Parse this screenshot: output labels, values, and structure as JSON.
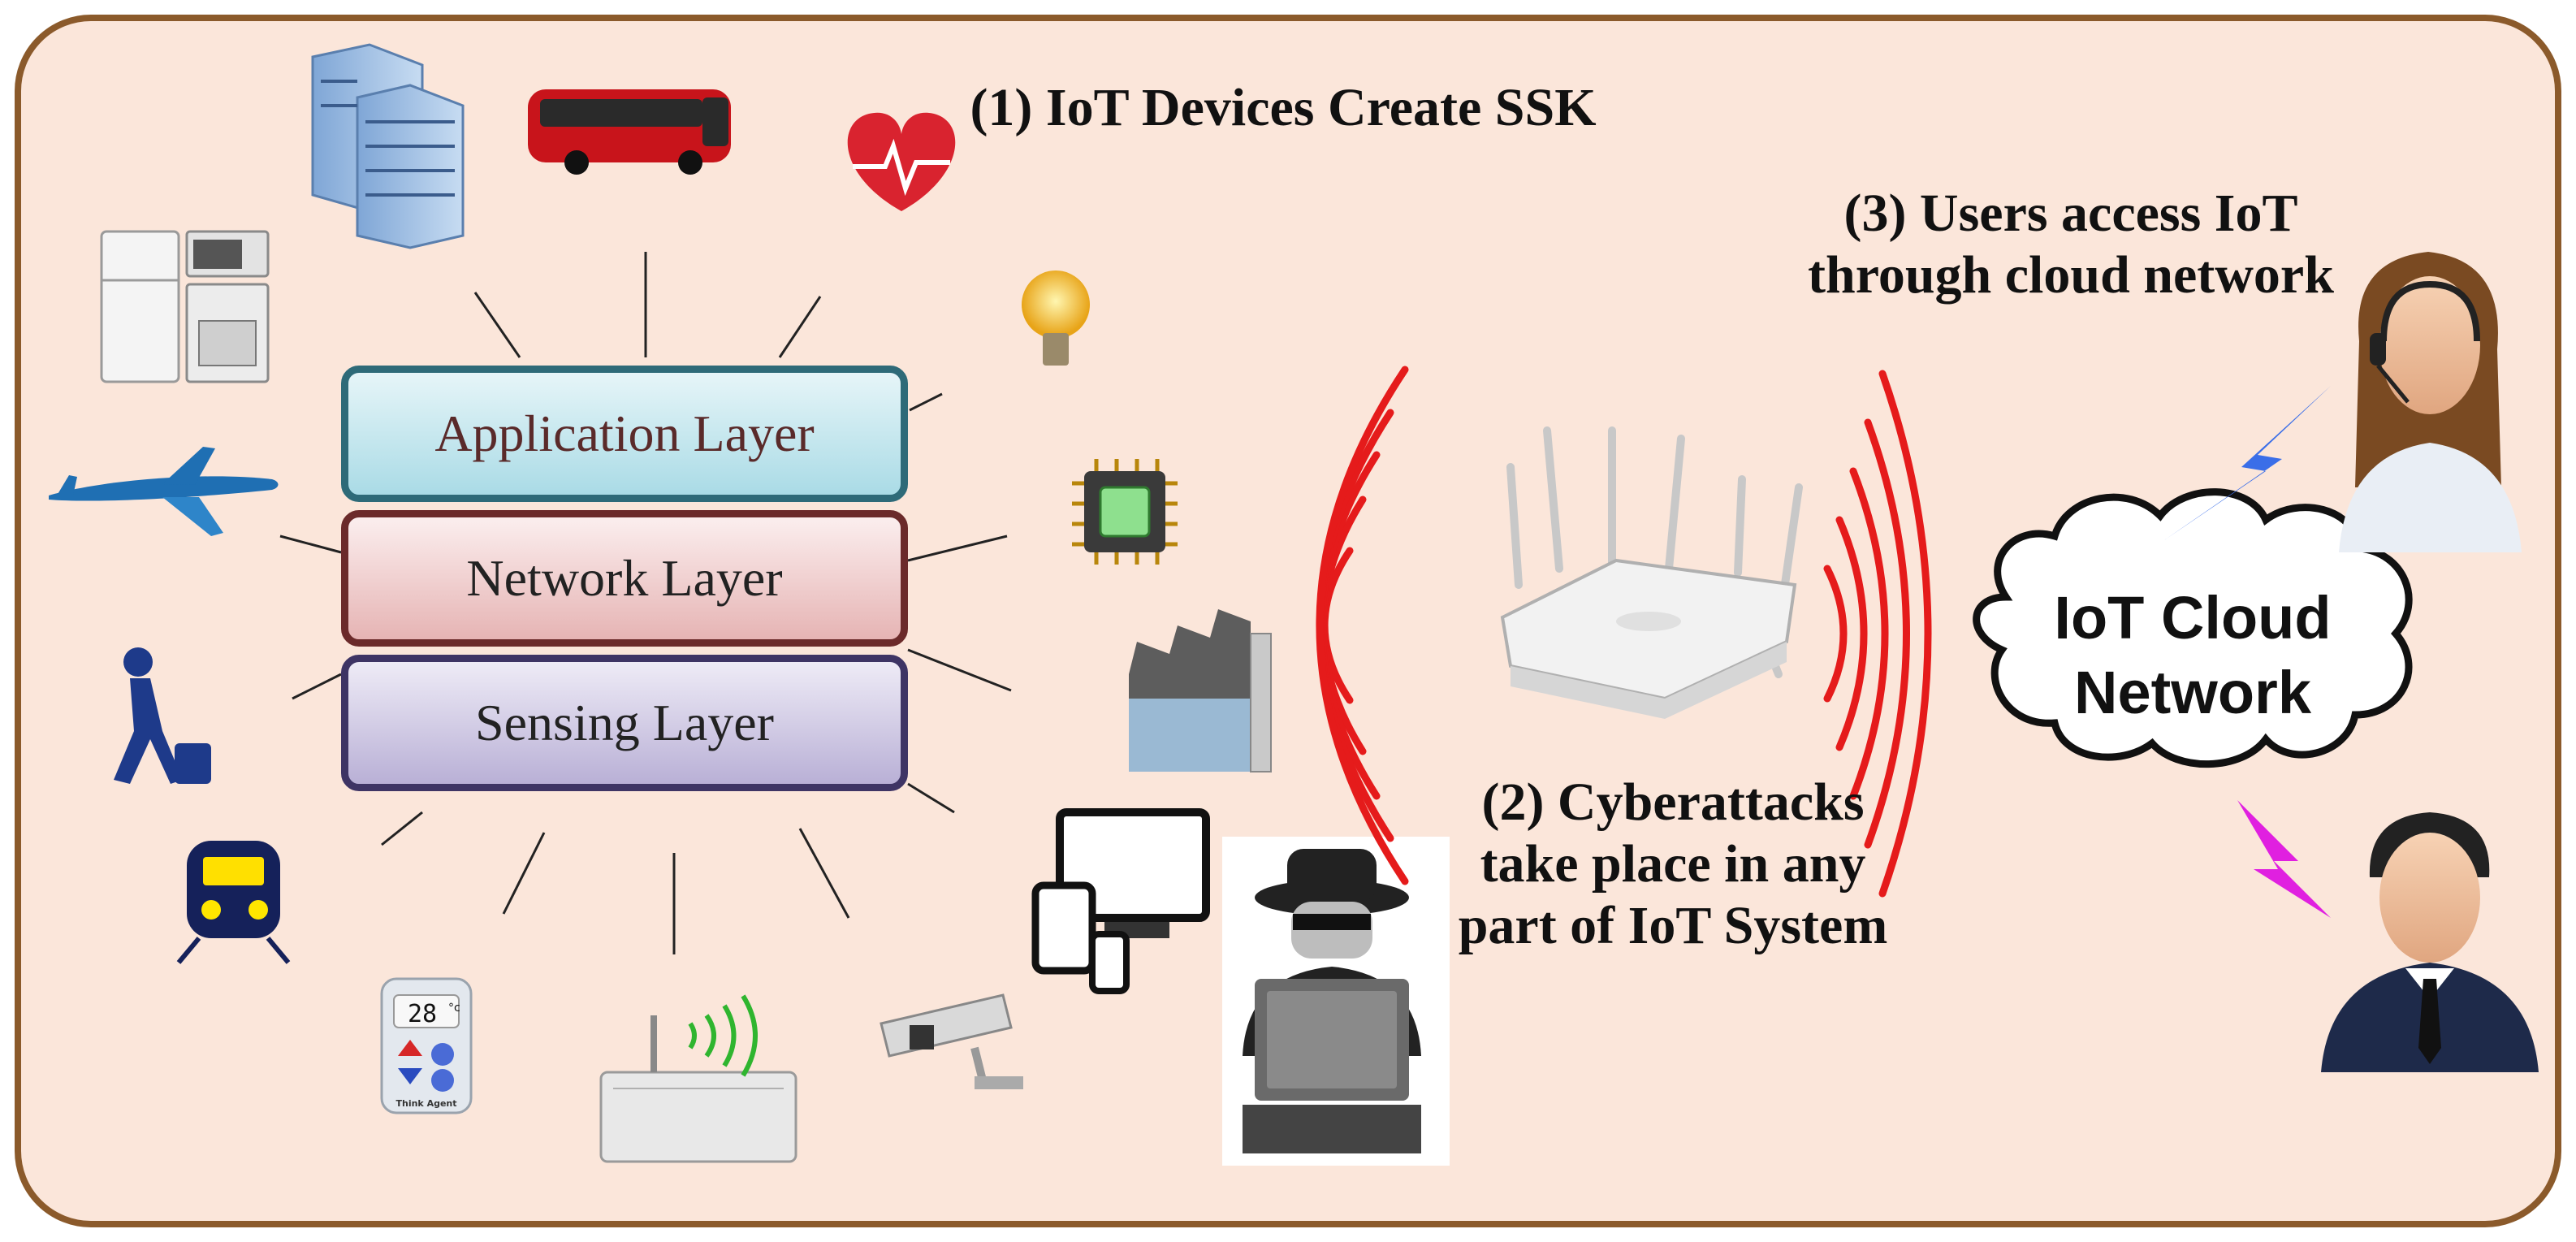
{
  "labels": {
    "step1": "(1) IoT Devices Create SSK",
    "step2": "(2) Cyberattacks take place in any part of IoT System",
    "step3": "(3) Users access IoT through cloud network"
  },
  "layers": {
    "application": "Application Layer",
    "network": "Network Layer",
    "sensing": "Sensing Layer"
  },
  "cloud": {
    "line1": "IoT Cloud",
    "line2": "Network"
  },
  "device_text": {
    "thermostat_reading": "28",
    "thermostat_unit": "°c",
    "thermostat_brand": "Think Agent"
  },
  "colors": {
    "frame_border": "#8b5a2b",
    "frame_fill": "#fbe6da",
    "signal_waves": "#e51b1b",
    "bolt_top": "#3a6ee8",
    "bolt_bottom": "#e020e0"
  }
}
